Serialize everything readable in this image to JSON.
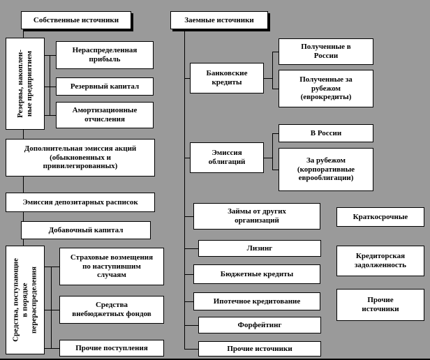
{
  "colors": {
    "background": "#9a9a9a",
    "box_fill": "#ffffff",
    "box_border": "#000000",
    "line": "#000000",
    "text": "#000000"
  },
  "nodes": {
    "own_sources": "Собственные  источники",
    "borrowed_sources": "Заемные источники",
    "reserves_group": "Резервы, накоплен-\nные предприятием",
    "retained_profit": "Нераспределенная\nприбыль",
    "reserve_capital": "Резервный капитал",
    "depreciation": "Амортизационные\nотчисления",
    "additional_share_issue": "Дополнительная  эмиссия акций\n(обыкновенных  и\nпривилегированных)",
    "depositary_receipts": "Эмиссия депозитарных  расписок",
    "additional_capital": "Добавочный капитал",
    "redistribution_group": "Средства, поступающие\nв порядке\nперераспределения",
    "insurance_compensation": "Страховые  возмещения\nпо наступившим\nслучаям",
    "extrabudgetary_funds": "Средства\nвнебюджетных  фондов",
    "other_receipts": "Прочие поступления",
    "bank_credits": "Банковские\nкредиты",
    "received_in_russia": "Полученные в\nРоссии",
    "received_abroad": "Полученные за\nрубежом\n(еврокредиты)",
    "bond_issue": "Эмиссия\nоблигаций",
    "in_russia": "В России",
    "abroad_eurobonds": "За рубежом\n(корпоративные\nеврооблигации)",
    "loans_from_orgs": "Займы от других\nорганизаций",
    "leasing": "Лизинг",
    "budget_credits": "Бюджетные  кредиты",
    "mortgage": "Ипотечное  кредитование",
    "forfaiting": "Форфейтинг",
    "other_sources": "Прочие источники",
    "short_term": "Краткосрочные",
    "accounts_payable": "Кредиторская\nзадолженность",
    "other_sources_right": "Прочие\nисточники"
  }
}
